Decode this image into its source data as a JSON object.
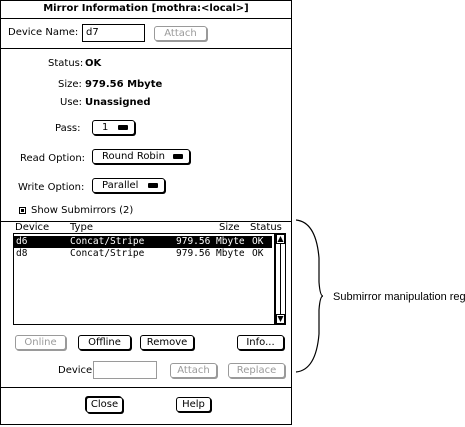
{
  "window": {
    "title": "Mirror Information [mothra:<local>]"
  },
  "device_name": {
    "label": "Device Name:",
    "value": "d7",
    "attach_label": "Attach"
  },
  "info": {
    "status_label": "Status:",
    "status_value": "OK",
    "size_label": "Size:",
    "size_value": "979.56 Mbyte",
    "use_label": "Use:",
    "use_value": "Unassigned"
  },
  "options": {
    "pass_label": "Pass:",
    "pass_value": "1",
    "read_label": "Read Option:",
    "read_value": "Round Robin",
    "write_label": "Write Option:",
    "write_value": "Parallel"
  },
  "submirrors": {
    "show_label": "Show Submirrors (2)",
    "columns": [
      "Device",
      "Type",
      "Size",
      "Status"
    ],
    "rows": [
      {
        "device": "d6",
        "type": "Concat/Stripe",
        "size": "979.56 Mbyte",
        "status": "OK",
        "selected": true
      },
      {
        "device": "d8",
        "type": "Concat/Stripe",
        "size": "979.56 Mbyte",
        "status": "OK",
        "selected": false
      }
    ],
    "online_label": "Online",
    "offline_label": "Offline",
    "remove_label": "Remove",
    "info_label": "Info...",
    "device_label": "Device:",
    "device_value": "",
    "attach_label": "Attach",
    "replace_label": "Replace"
  },
  "footer": {
    "close_label": "Close",
    "help_label": "Help"
  },
  "annotation": {
    "label": "Submirror manipulation region"
  }
}
